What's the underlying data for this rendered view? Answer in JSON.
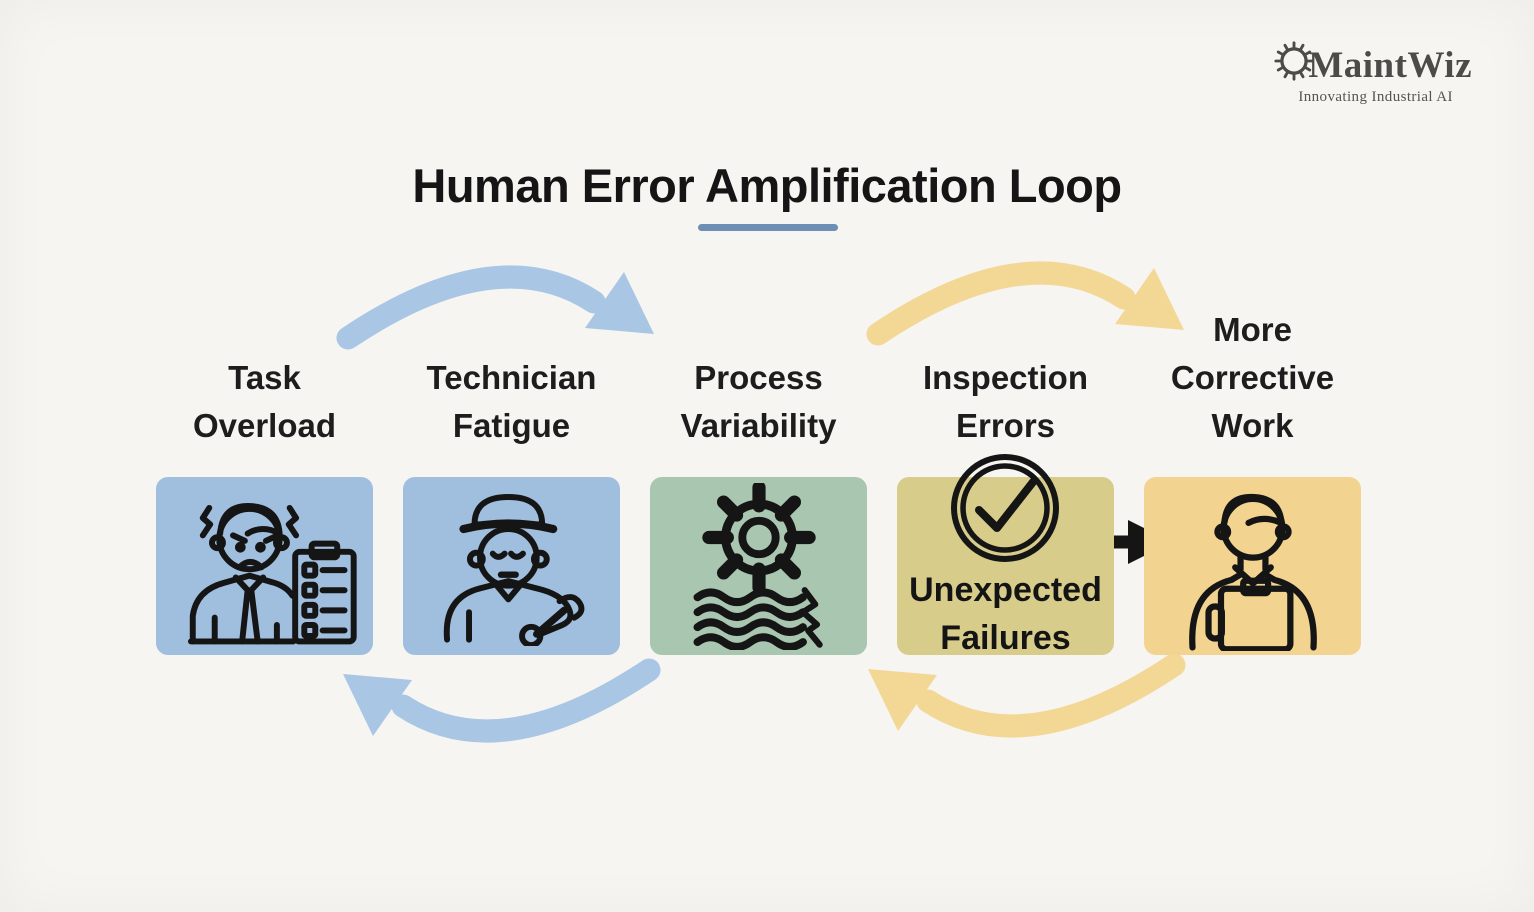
{
  "logo": {
    "name": "MaintWiz",
    "tagline": "Innovating Industrial AI",
    "icon": "gear-logo-icon",
    "color": "#4b4b48"
  },
  "title": {
    "text": "Human Error Amplification Loop",
    "underline_color": "#6d8fb5"
  },
  "stages": [
    {
      "label": "Task\nOverload",
      "icon": "stressed-worker-checklist-icon",
      "box_color": "#a0bedd"
    },
    {
      "label": "Technician\nFatigue",
      "icon": "tired-technician-icon",
      "box_color": "#a0bedd"
    },
    {
      "label": "Process\nVariability",
      "icon": "gear-waves-icon",
      "box_color": "#a9c6b1"
    },
    {
      "label": "Inspection\nErrors",
      "icon": "check-circle-icon",
      "box_color": "#d8cc8b",
      "sub_label": "Unexpected\nFailures"
    },
    {
      "label": "More\nCorrective\nWork",
      "icon": "worker-clipboard-icon",
      "box_color": "#f3d390"
    }
  ],
  "arrows": {
    "top_left": {
      "name": "curved-arrow-right",
      "color": "#a9c6e4"
    },
    "top_right": {
      "name": "curved-arrow-right",
      "color": "#f3d795"
    },
    "bottom_left": {
      "name": "curved-arrow-left",
      "color": "#a9c6e4"
    },
    "bottom_right": {
      "name": "curved-arrow-left",
      "color": "#f3d795"
    },
    "middle": {
      "name": "straight-arrow-right",
      "color": "#151515"
    }
  },
  "accent": {
    "background": "#f6f5f2",
    "icon_stroke": "#151515",
    "text": "#1d1d1d"
  }
}
